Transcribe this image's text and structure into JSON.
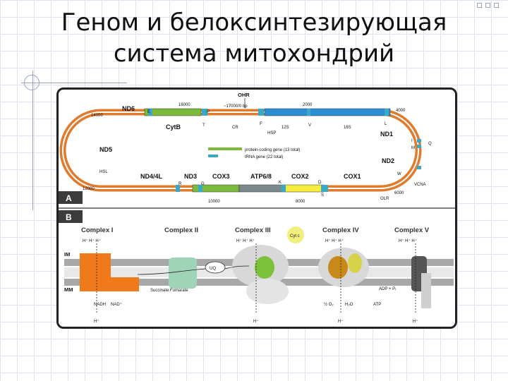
{
  "slide": {
    "title_line1": "Геном и белоксинтезирующая",
    "title_line2": "система митохондрий"
  },
  "colors": {
    "ring_outer": "#e07a2c",
    "ring_inner": "#ffffff",
    "protein_coding": "#7cba3c",
    "rRNA": "#2b8fd4",
    "tRNA": "#3aa8c8",
    "complex_i": "#f07a1a",
    "complex_ii": "#9fd4b8",
    "cyt_c": "#f2ef80",
    "membrane_lipid": "#a8a8a8"
  },
  "figure": {
    "panel_a_label": "A",
    "panel_b_label": "B",
    "genome": {
      "size_label": "~17000/0 bp",
      "legend_protein": "protein-coding gene (13 total)",
      "legend_trna": "tRNA gene (22 total)",
      "positions": [
        "14000",
        "16000",
        "2000",
        "4000",
        "12000",
        "10000",
        "8000",
        "6000"
      ],
      "top_labels": [
        "ND6",
        "E",
        "P",
        "OHR",
        "T",
        "CR",
        "F",
        "HSP",
        "12S",
        "V",
        "16S",
        "L",
        "CytB"
      ],
      "right_labels": [
        "ND1",
        "I",
        "M",
        "Q",
        "ND2",
        "W",
        "VCNA",
        "OLR"
      ],
      "left_labels": [
        "ND5",
        "HSL"
      ],
      "bottom_genes": [
        "ND4/4L",
        "ND3",
        "COX3",
        "ATP6/8",
        "COX2",
        "COX1"
      ],
      "bottom_trna": [
        "R",
        "G",
        "K",
        "D",
        "S"
      ]
    },
    "complexes": [
      "Complex I",
      "Complex II",
      "Complex III",
      "Complex IV",
      "Complex V"
    ],
    "membrane": {
      "im": "IM",
      "mm": "MM"
    },
    "molecules": {
      "cyt_c": "Cyt c",
      "uq": "UQ",
      "nadh": "NADH",
      "nad": "NAD⁺",
      "succinate": "Succinate Fumarate",
      "oxygen": "½ O₂",
      "water": "H₂O",
      "adp": "ADP + Pᵢ",
      "atp": "ATP",
      "proton_pair": "H⁺ H⁺ H⁺",
      "proton": "H⁺"
    }
  }
}
